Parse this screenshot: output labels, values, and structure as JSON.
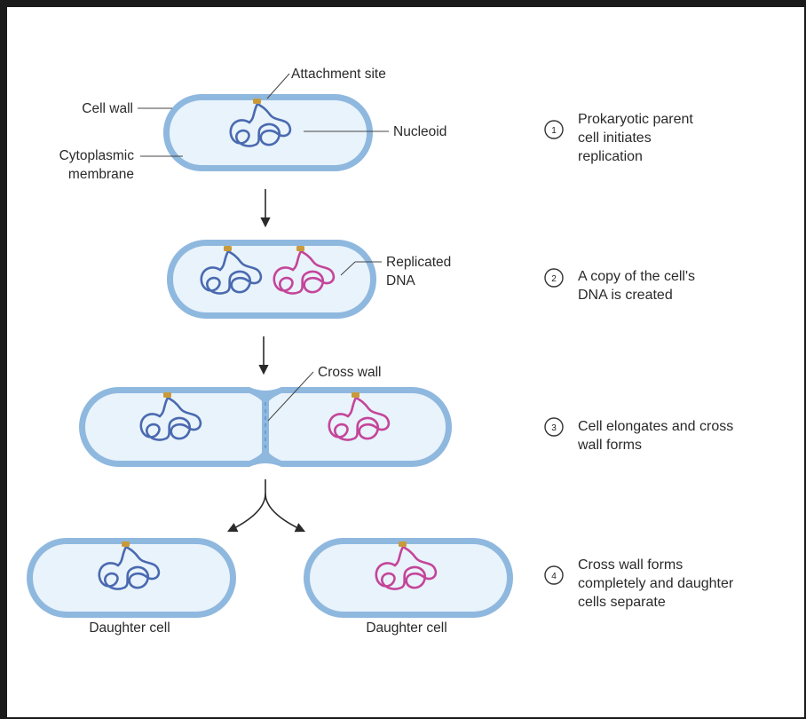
{
  "labels": {
    "attachment_site": "Attachment site",
    "cell_wall": "Cell wall",
    "nucleoid": "Nucleoid",
    "cytoplasmic_line1": "Cytoplasmic",
    "cytoplasmic_line2": "membrane",
    "replicated_line1": "Replicated",
    "replicated_line2": "DNA",
    "cross_wall": "Cross wall",
    "daughter_left": "Daughter cell",
    "daughter_right": "Daughter cell"
  },
  "steps": [
    {
      "number": "1",
      "lines": [
        "Prokaryotic parent",
        "cell initiates",
        "replication"
      ]
    },
    {
      "number": "2",
      "lines": [
        "A copy of the cell's",
        "DNA is created"
      ]
    },
    {
      "number": "3",
      "lines": [
        "Cell elongates and cross",
        "wall forms"
      ]
    },
    {
      "number": "4",
      "lines": [
        "Cross wall forms",
        "completely and daughter",
        "cells separate"
      ]
    }
  ],
  "colors": {
    "cell_wall": "#8fb8df",
    "cell_interior": "#e9f3fb",
    "dna_parent": "#4a6ab0",
    "dna_copy": "#c4459a",
    "attachment_site": "#c99a3a"
  }
}
